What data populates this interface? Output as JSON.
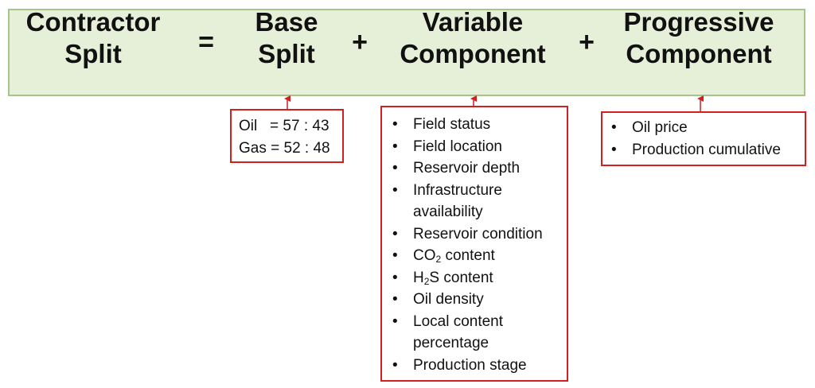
{
  "equation": {
    "contractor_split": [
      "Contractor",
      "Split"
    ],
    "equals": "=",
    "base_split": [
      "Base",
      "Split"
    ],
    "plus_1": "+",
    "variable_component": [
      "Variable",
      "Component"
    ],
    "plus_2": "+",
    "progressive_component": [
      "Progressive",
      "Component"
    ]
  },
  "base_box": {
    "rows": [
      "Oil   = 57 : 43",
      "Gas = 52 : 48"
    ]
  },
  "variable_box": {
    "items": [
      {
        "label": "Field status"
      },
      {
        "label": "Field location"
      },
      {
        "label": "Reservoir depth"
      },
      {
        "label": "Infrastructure availability"
      },
      {
        "label": "Reservoir condition"
      },
      {
        "pre": "CO",
        "sub": "2",
        "post": " content"
      },
      {
        "pre": "H",
        "sub": "2",
        "post": "S content"
      },
      {
        "label": "Oil density"
      },
      {
        "label": "Local content percentage"
      },
      {
        "label": "Production stage"
      }
    ]
  },
  "progressive_box": {
    "items": [
      "Oil price",
      "Production cumulative"
    ]
  },
  "colors": {
    "banner_fill": "#e6efd8",
    "banner_border": "#a7c48a",
    "box_border": "#d02020",
    "arrow": "#d02020"
  }
}
